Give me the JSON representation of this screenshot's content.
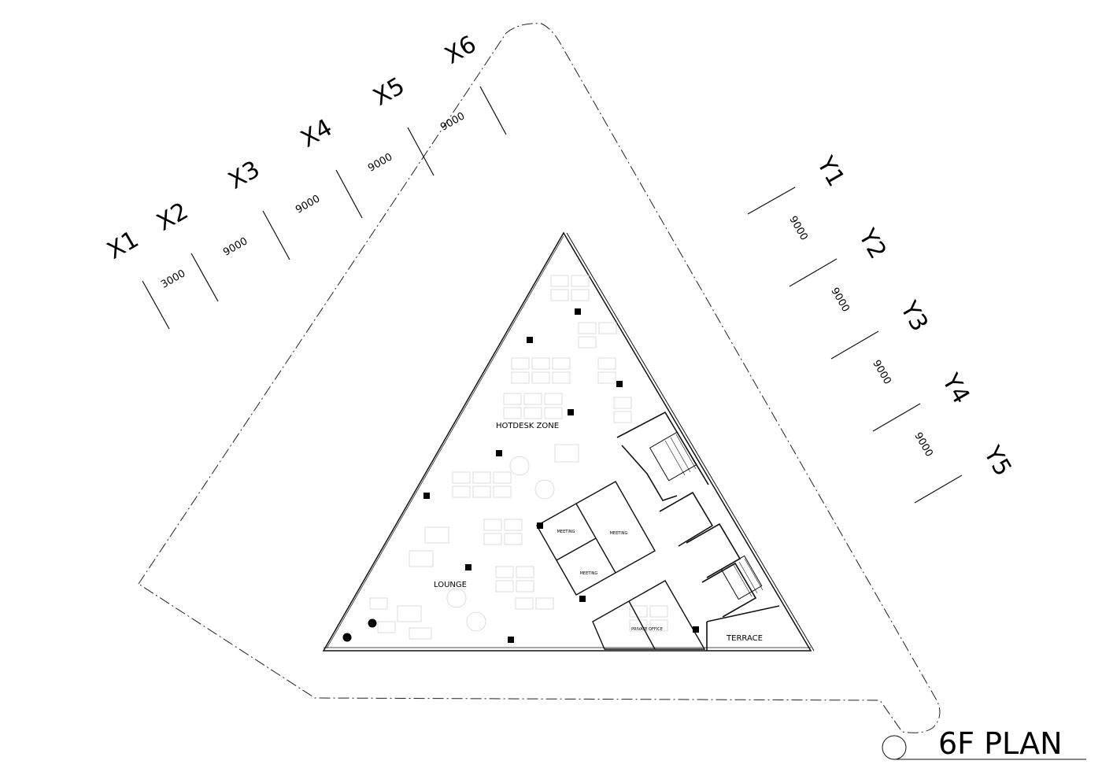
{
  "title": "6F PLAN",
  "grid_x": {
    "labels": [
      "X1",
      "X2",
      "X3",
      "X4",
      "X5",
      "X6"
    ],
    "spacings": [
      "3000",
      "9000",
      "9000",
      "9000",
      "9000"
    ]
  },
  "grid_y": {
    "labels": [
      "Y1",
      "Y2",
      "Y3",
      "Y4",
      "Y5"
    ],
    "spacings": [
      "9000",
      "9000",
      "9000",
      "9000"
    ]
  },
  "rooms": {
    "hotdesk": "HOTDESK ZONE",
    "lounge": "LOUNGE",
    "meeting_1": "MEETING",
    "meeting_2": "MEETING",
    "meeting_3": "MEETING",
    "private_office": "PRIVATE OFFICE",
    "terrace": "TERRACE"
  }
}
